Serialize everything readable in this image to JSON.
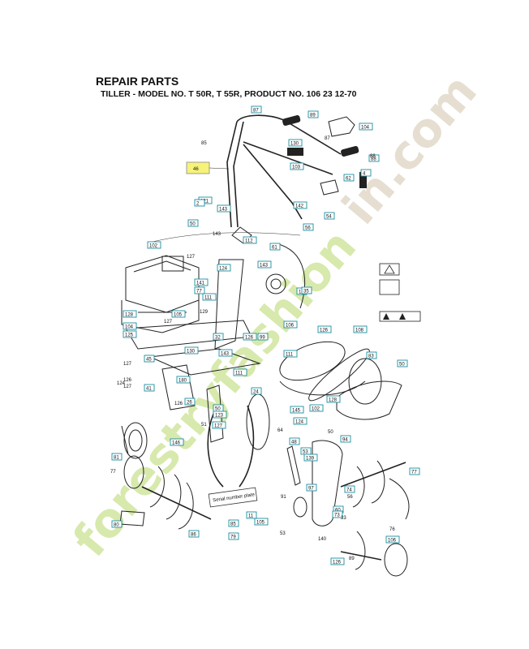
{
  "header": {
    "title": "REPAIR PARTS",
    "subtitle": "TILLER - MODEL NO. T 50R, T 55R, PRODUCT NO. 106 23 12-70"
  },
  "callouts_boxed": [
    "87",
    "89",
    "104",
    "88",
    "130",
    "103",
    "4",
    "62",
    "121",
    "143",
    "142",
    "2",
    "56",
    "54",
    "50",
    "102",
    "112",
    "61",
    "143",
    "124",
    "1",
    "35",
    "141",
    "77",
    "111",
    "105",
    "128",
    "104",
    "125",
    "99",
    "106",
    "126",
    "143",
    "32",
    "111",
    "130",
    "180",
    "26",
    "24",
    "111",
    "126",
    "128",
    "102",
    "41",
    "45",
    "145",
    "124",
    "48",
    "53",
    "50",
    "123",
    "127",
    "139",
    "94",
    "97",
    "108",
    "83",
    "50",
    "60",
    "73",
    "74",
    "77",
    "146",
    "81",
    "80",
    "86",
    "85",
    "79",
    "11",
    "105",
    "126",
    "106"
  ],
  "callouts_plain": [
    "85",
    "87",
    "88",
    "143",
    "127",
    "127",
    "129",
    "51",
    "50",
    "77",
    "91",
    "53",
    "56",
    "64",
    "33",
    "127",
    "126",
    "127",
    "124",
    "126",
    "140",
    "89",
    "76"
  ],
  "highlight_label": "46",
  "decal_label": "Serial number plate",
  "watermark": {
    "left": "forestryfashion",
    "right": "in.com"
  },
  "colors": {
    "callout_border": "#1a8fa0",
    "highlight": "#f6f27a",
    "watermark_green": "#b8d86a",
    "watermark_tan": "#c8b898"
  }
}
